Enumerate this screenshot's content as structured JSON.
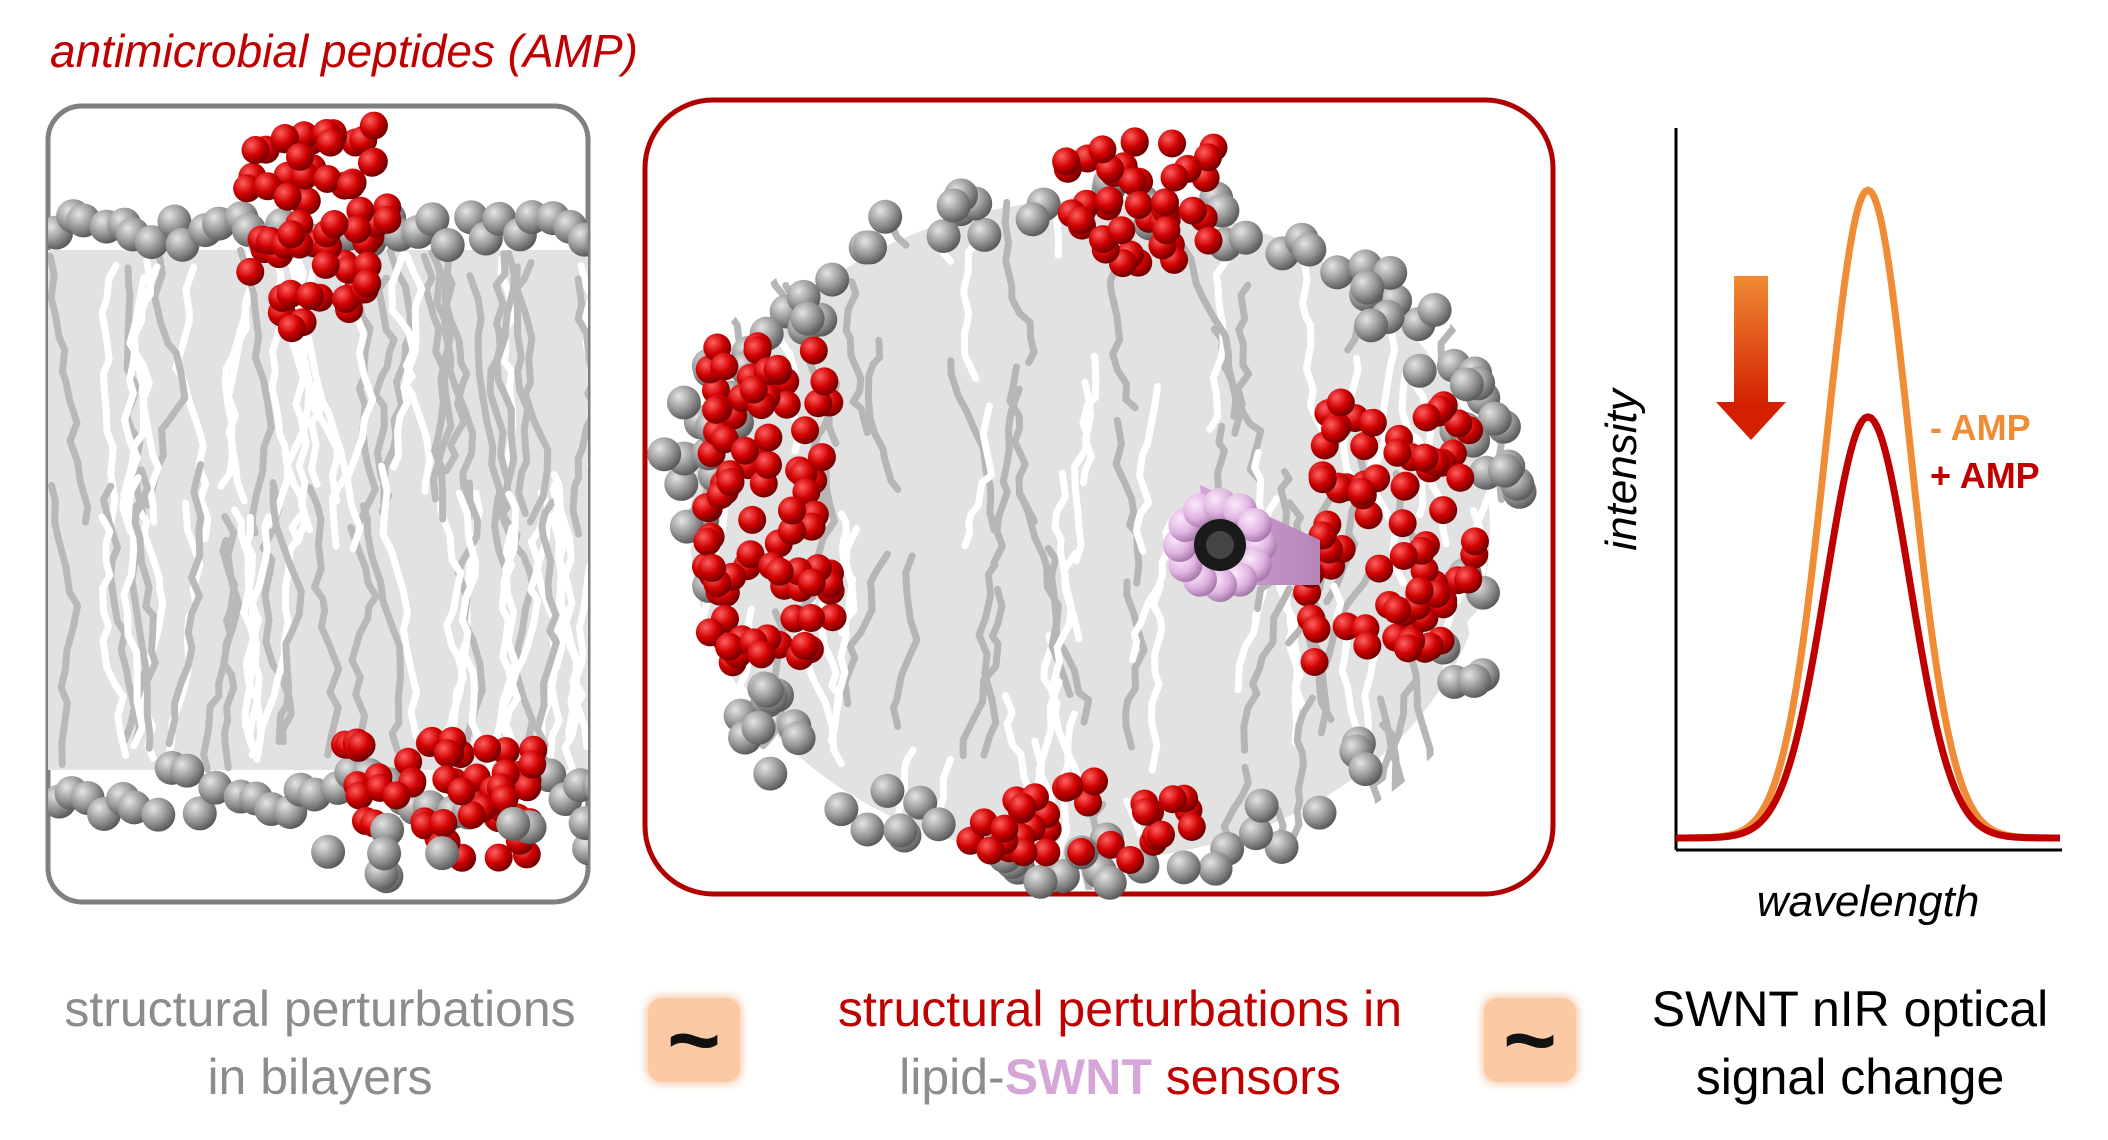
{
  "title": "antimicrobial peptides (AMP)",
  "panel_left_caption": {
    "line1": "structural perturbations",
    "line2": "in bilayers"
  },
  "panel_middle_caption": {
    "line1": "structural perturbations in",
    "line2_pre": "lipid-",
    "line2_swnt": "SWNT",
    "line2_post": " sensors"
  },
  "panel_right_caption": {
    "line1": "SWNT nIR optical",
    "line2": "signal change"
  },
  "relation_symbol": "~",
  "colors": {
    "amp_red": "#c00000",
    "gray_text": "#8c8c8c",
    "swnt_pink": "#d6a6d8",
    "orange": "#f08c35",
    "dark_red": "#c00000",
    "lipid_head": "#9a9a9a",
    "tilde_box": "#fbc9a3"
  },
  "chart_data": {
    "type": "line",
    "xlabel": "wavelength",
    "ylabel": "intensity",
    "series": [
      {
        "name": "- AMP",
        "color": "#f08c35",
        "peak": 1.0
      },
      {
        "name": "+ AMP",
        "color": "#c00000",
        "peak": 0.65
      }
    ],
    "annotation": "downward arrow indicating intensity decrease"
  }
}
